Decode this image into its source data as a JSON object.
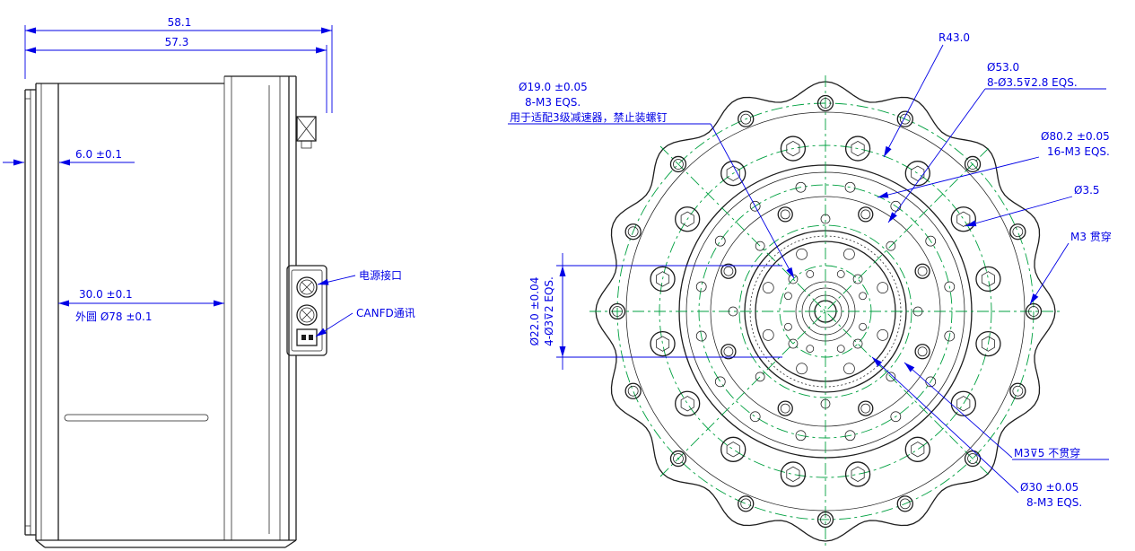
{
  "colors": {
    "dimension": "#0000e6",
    "centerline": "#00a040",
    "outline": "#1d1d1d"
  },
  "left_view": {
    "dims": {
      "total_width": "58.1",
      "inner_width": "57.3",
      "flange_thickness": "6.0 ±0.1",
      "body_depth": "30.0 ±0.1",
      "outer_circle": "外圆 Ø78 ±0.1"
    },
    "labels": {
      "power": "电源接口",
      "canfd": "CANFD通讯"
    }
  },
  "right_view": {
    "annotations": {
      "r43": "R43.0",
      "d53_1": "Ø53.0",
      "d53_2": "8-Ø3.5⊽2.8 EQS.",
      "d19_1": "Ø19.0 ±0.05",
      "d19_2": "8-M3 EQS.",
      "d19_3": "用于适配3级减速器，禁止装螺钉",
      "d80_1": "Ø80.2 ±0.05",
      "d80_2": "16-M3 EQS.",
      "d35": "Ø3.5",
      "m3_through": "M3 贯穿",
      "d22": "Ø22.0 ±0.04",
      "d22b": "4-Ø3⊽2 EQS.",
      "m3_blind": "M3⊽5 不贯穿",
      "d30_1": "Ø30 ±0.05",
      "d30_2": "8-M3 EQS."
    }
  }
}
